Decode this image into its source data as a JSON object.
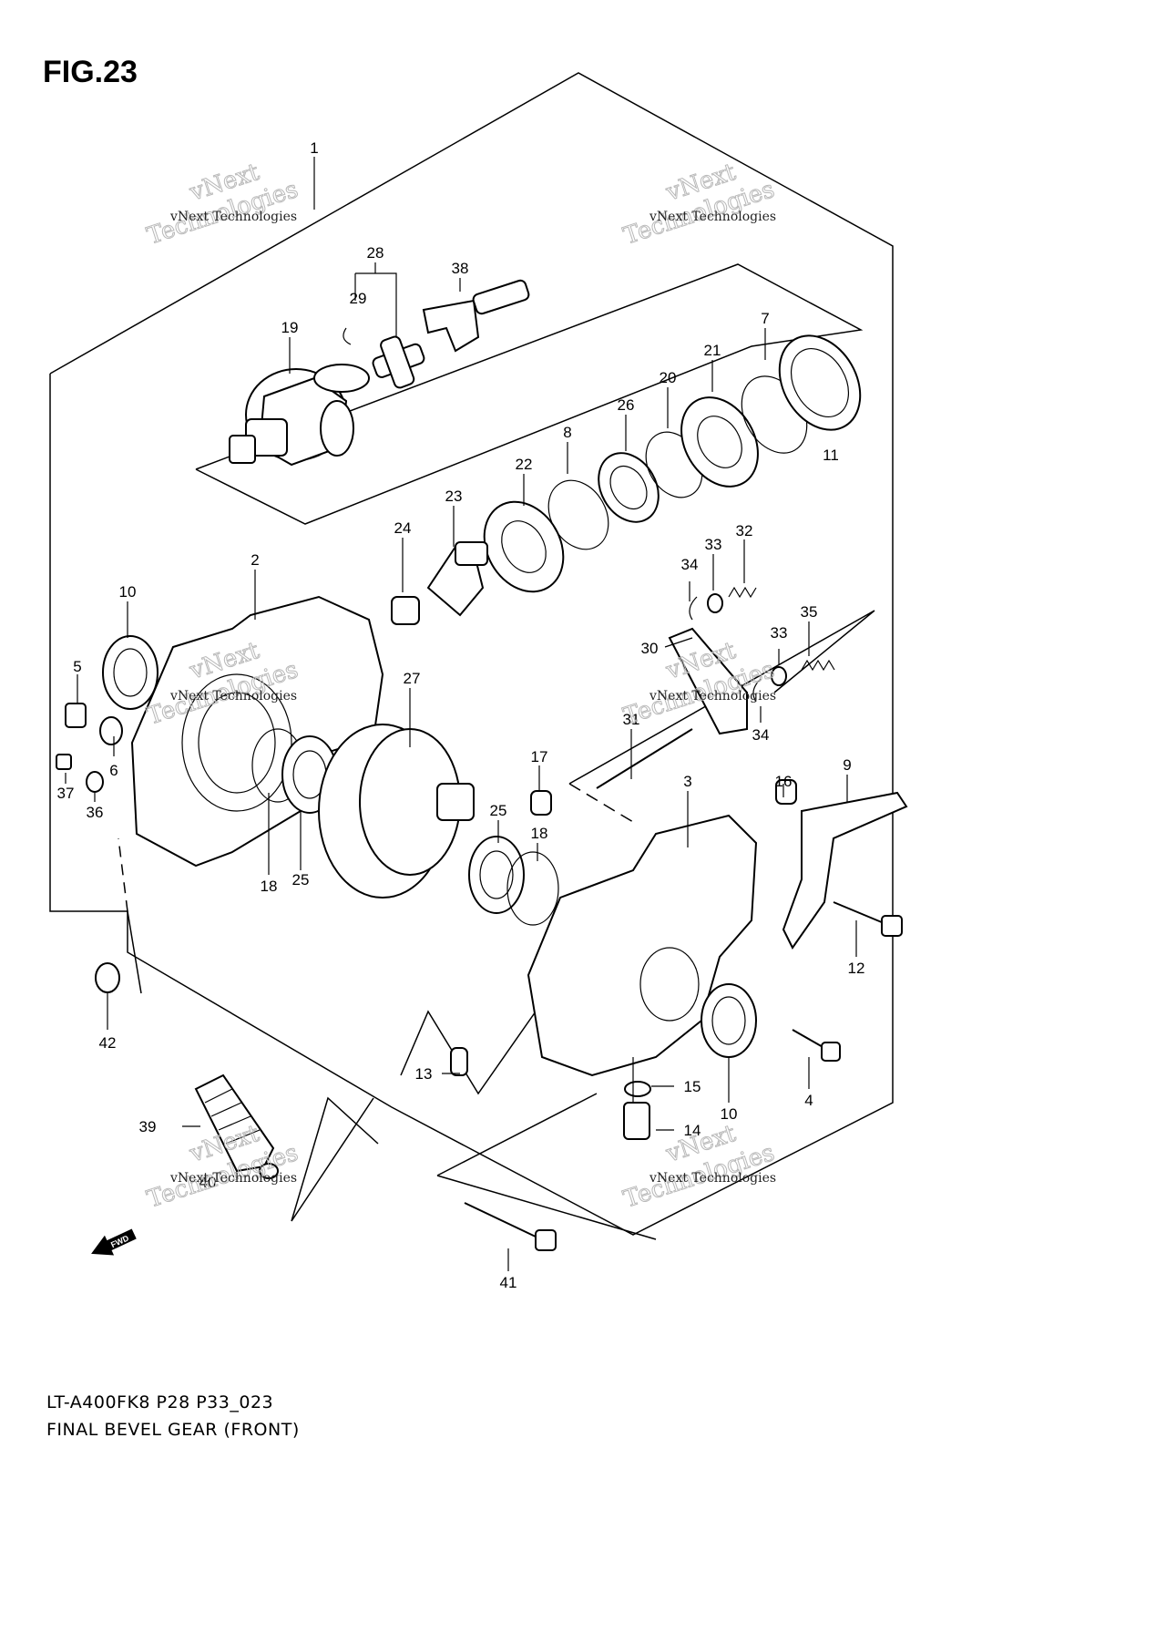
{
  "figure": {
    "title": "FIG.23",
    "model_code": "LT-A400FK8 P28 P33_023",
    "name": "FINAL BEVEL GEAR (FRONT)"
  },
  "watermark": {
    "line1": "vNext Technologies",
    "line2a": "vNext",
    "line2b": "Technologies"
  },
  "fwd_label": "FWD",
  "callouts": [
    "1",
    "2",
    "3",
    "4",
    "5",
    "6",
    "7",
    "8",
    "9",
    "10",
    "10",
    "11",
    "12",
    "13",
    "14",
    "15",
    "16",
    "17",
    "18",
    "18",
    "19",
    "20",
    "21",
    "22",
    "23",
    "24",
    "25",
    "25",
    "26",
    "27",
    "28",
    "29",
    "30",
    "31",
    "32",
    "33",
    "33",
    "34",
    "34",
    "35",
    "36",
    "37",
    "38",
    "39",
    "40",
    "41",
    "42"
  ]
}
